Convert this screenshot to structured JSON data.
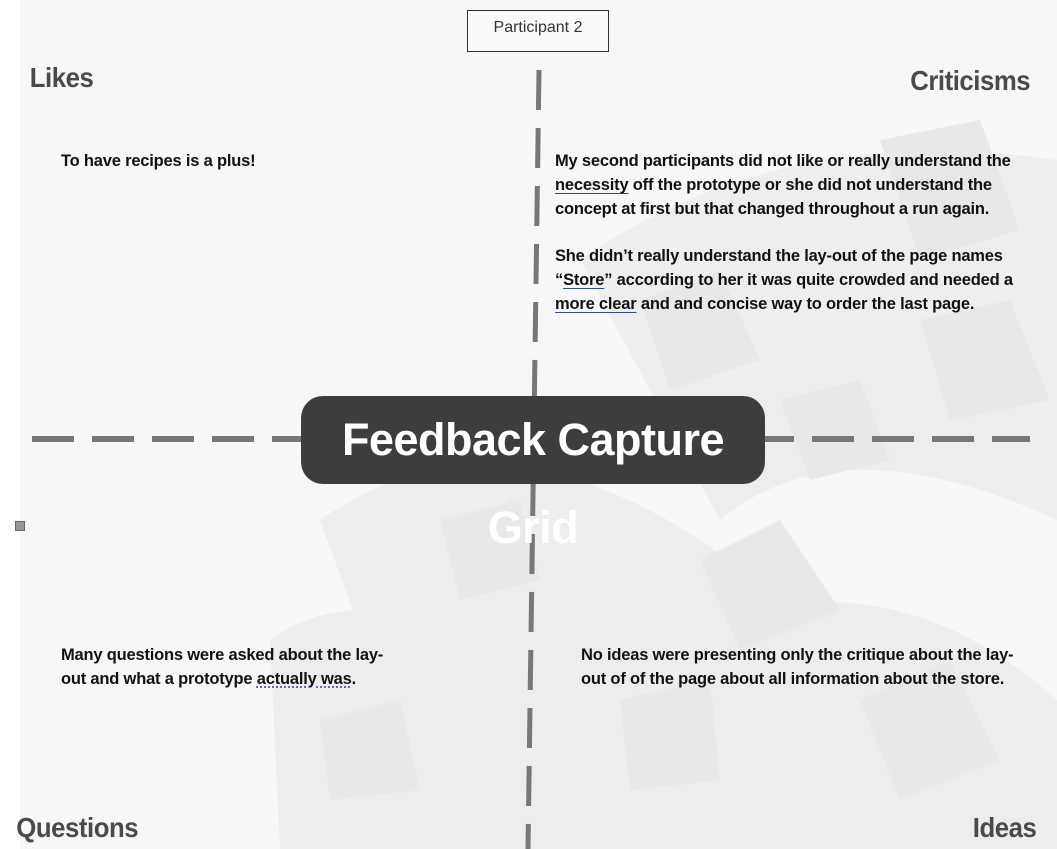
{
  "participant_label": "Participant 2",
  "center_title": "Feedback Capture Grid",
  "quadrants": {
    "likes": {
      "title": "Likes",
      "note": "To have recipes is a plus!"
    },
    "criticisms": {
      "title": "Criticisms",
      "note1": {
        "part1": "My second participants did not like or really understand the ",
        "link": "necessity",
        "part2": " off the prototype or she did not understand the concept at first but that changed throughout a run again."
      },
      "note2": {
        "part1": "She didn’t really understand the lay-out of the page names “",
        "link1": "Store",
        "part2": "” according to her it was quite crowded and needed a ",
        "link2": "more clear",
        "part3": " and and concise way to order the last page."
      }
    },
    "questions": {
      "title": "Questions",
      "note": {
        "part1": "Many questions were asked about the lay-out and what a prototype ",
        "link": "actually was",
        "part2": "."
      }
    },
    "ideas": {
      "title": "Ideas",
      "note": "No ideas were presenting only the critique about the lay-out of of the page about all information about the store."
    }
  },
  "colors": {
    "title_text": "#4a4a4a",
    "center_bg": "#3d3d3d",
    "divider": "#777777"
  }
}
